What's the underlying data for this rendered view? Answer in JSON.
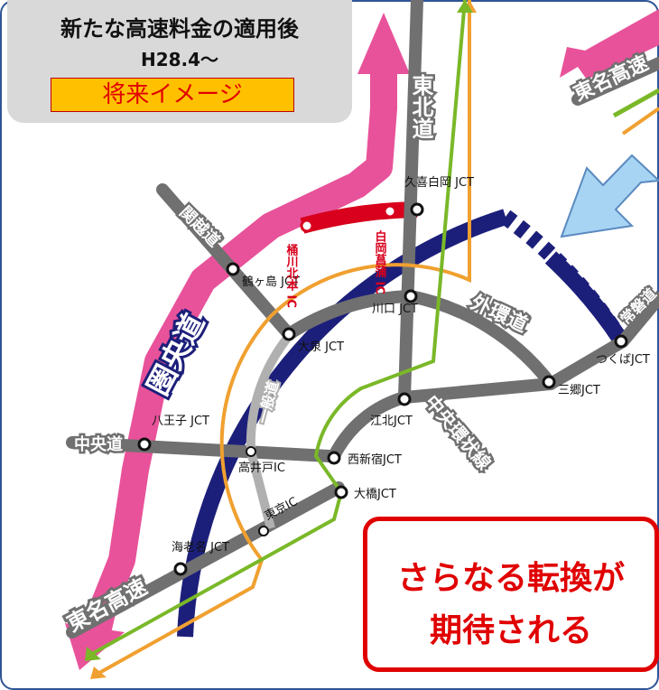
{
  "header": {
    "title": "新たな高速料金の適用後",
    "date": "H28.4〜",
    "badge": "将来イメージ"
  },
  "callout": {
    "line1": "さらなる転換が",
    "line2": "期待される"
  },
  "roads": {
    "ken_o_do": "圏央道",
    "gaikan_do": "外環道",
    "chuo_kanjo": "中央環状線",
    "ippan_do": "一般道",
    "tohoku_do": "東北道",
    "kan_etsu_do": "関越道",
    "chuo_do": "中央道",
    "tomei_left": "東名高速",
    "tomei_top": "東名高速",
    "joban_do": "常磐道"
  },
  "nodes": {
    "kuki_shiraoka": "久喜白岡 JCT",
    "okegawa_kitamoto": "桶川北本 IC",
    "shiraoka_shobu": "白岡菖蒲 IC",
    "tsurugashima": "鶴ヶ島 JCT",
    "oizumi": "大泉 JCT",
    "kawaguchi": "川口 JCT",
    "kohoku": "江北JCT",
    "misato": "三郷JCT",
    "tsukuba": "つくばJCT",
    "hachioji": "八王子 JCT",
    "takaido": "高井戸IC",
    "nishishinjuku": "西新宿JCT",
    "ohashi": "大橋JCT",
    "tokyo_ic": "東京IC",
    "ebina": "海老名 JCT"
  },
  "colors": {
    "ken_o_do": "#1c1f7a",
    "ken_o_do_new": "#d8001c",
    "expressway": "#707070",
    "route_pink": "#e8529a",
    "route_green": "#7ab828",
    "route_orange": "#f0a030",
    "arrow_blue": "#a8d4f4",
    "callout_red": "#e00000",
    "badge_bg": "#ffc000"
  }
}
